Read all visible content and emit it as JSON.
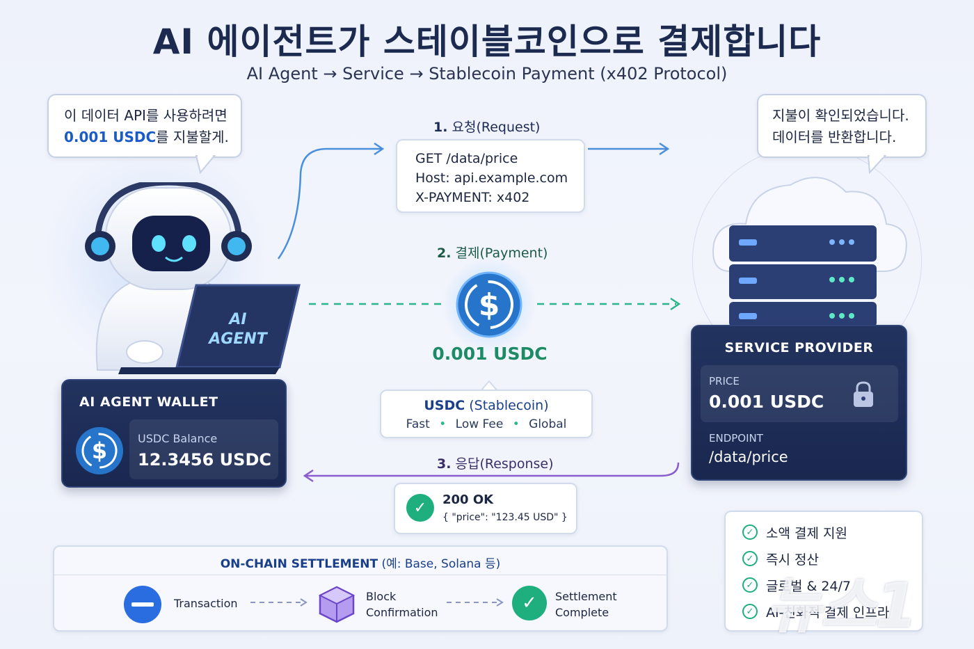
{
  "title": "AI 에이전트가 스테이블코인으로 결제합니다",
  "subtitle": "AI Agent → Service → Stablecoin Payment (x402 Protocol)",
  "agent_bubble": {
    "line1": "이 데이터 API를 사용하려면",
    "line2_highlight": "0.001 USDC",
    "line2_rest": "를 지불할게."
  },
  "server_bubble": {
    "line1": "지불이 확인되었습니다.",
    "line2": "데이터를 반환합니다."
  },
  "laptop_label": [
    "AI",
    "AGENT"
  ],
  "request": {
    "step_num": "1.",
    "step_label": "요청(Request)",
    "lines": [
      "GET /data/price",
      "Host: api.example.com",
      "X-PAYMENT: x402"
    ]
  },
  "payment": {
    "step_num": "2.",
    "step_label": "결제(Payment)",
    "amount": "0.001 USDC",
    "coin_name": "USDC",
    "coin_type": "(Stablecoin)",
    "features": [
      "Fast",
      "Low Fee",
      "Global"
    ]
  },
  "response": {
    "step_num": "3.",
    "step_label": "응답(Response)",
    "status": "200 OK",
    "body": "{ \"price\": \"123.45 USD\" }"
  },
  "wallet": {
    "title": "AI AGENT WALLET",
    "balance_label": "USDC Balance",
    "balance_value": "12.3456 USDC"
  },
  "provider": {
    "title": "SERVICE PROVIDER",
    "price_label": "PRICE",
    "price_value": "0.001 USDC",
    "endpoint_label": "ENDPOINT",
    "endpoint_value": "/data/price"
  },
  "settlement": {
    "title_bold": "ON-CHAIN SETTLEMENT",
    "title_rest": "(예: Base, Solana 등)",
    "steps": [
      {
        "line1": "Transaction",
        "line2": ""
      },
      {
        "line1": "Block",
        "line2": "Confirmation"
      },
      {
        "line1": "Settlement",
        "line2": "Complete"
      }
    ]
  },
  "benefits": [
    "소액 결제 지원",
    "즉시 정산",
    "글로벌 & 24/7",
    "AI-친화적 결제 인프라"
  ],
  "watermark": "뉴스1",
  "colors": {
    "request_blue": "#4a8fdc",
    "payment_green": "#2bb58a",
    "response_purple": "#8a5ccf",
    "usdc_blue": "#2775ca",
    "panel_navy": "#1f2e58"
  }
}
